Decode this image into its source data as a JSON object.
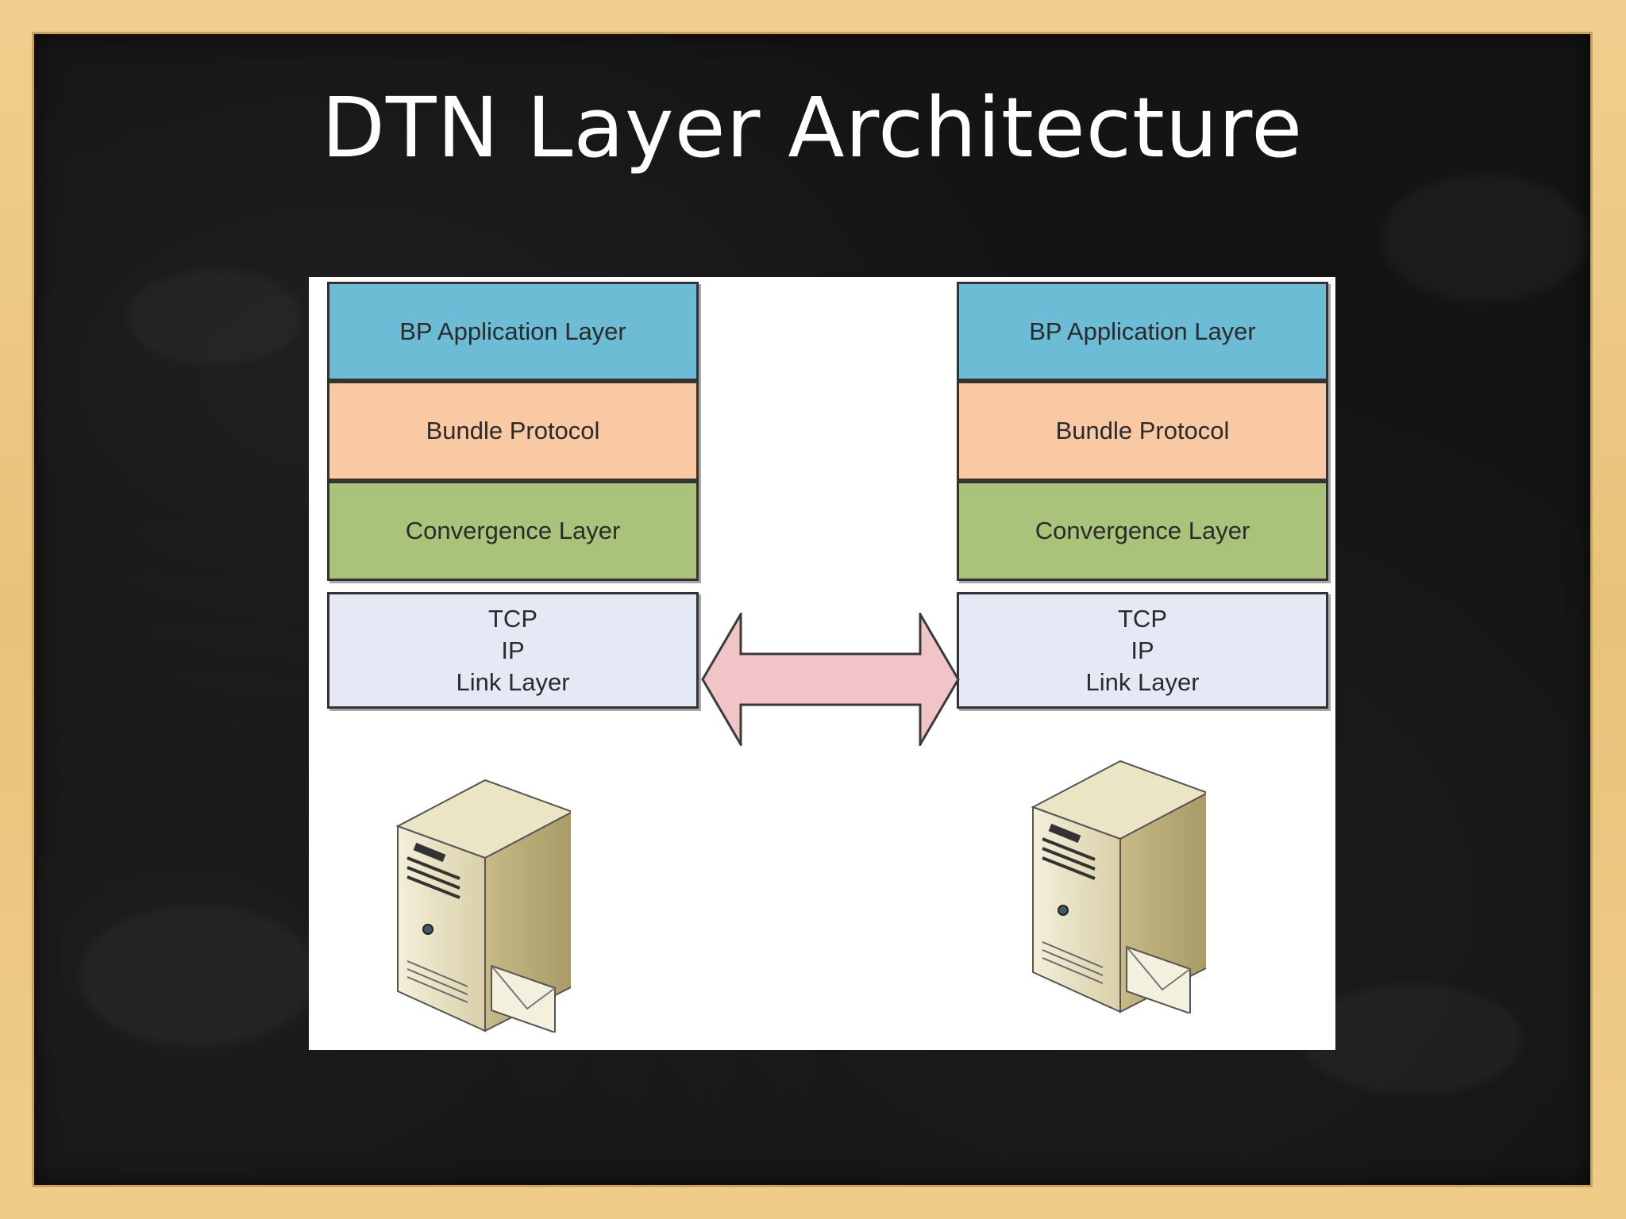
{
  "slide": {
    "title": "DTN Layer Architecture"
  },
  "diagram": {
    "left_stack": {
      "application_layer": "BP Application Layer",
      "bundle_layer": "Bundle Protocol",
      "convergence_layer": "Convergence Layer",
      "transport_lines": [
        "TCP",
        "IP",
        "Link Layer"
      ]
    },
    "right_stack": {
      "application_layer": "BP Application Layer",
      "bundle_layer": "Bundle Protocol",
      "convergence_layer": "Convergence Layer",
      "transport_lines": [
        "TCP",
        "IP",
        "Link Layer"
      ]
    },
    "colors": {
      "application_layer": "#6cbcd6",
      "bundle_layer": "#f9c9a3",
      "convergence_layer": "#a9c37a",
      "transport_layer": "#e4e9f5",
      "arrow_fill": "#f1c4c8"
    },
    "icons": {
      "left_node": "server-with-envelope-icon",
      "right_node": "server-with-envelope-icon",
      "link": "double-headed-arrow-icon"
    }
  }
}
